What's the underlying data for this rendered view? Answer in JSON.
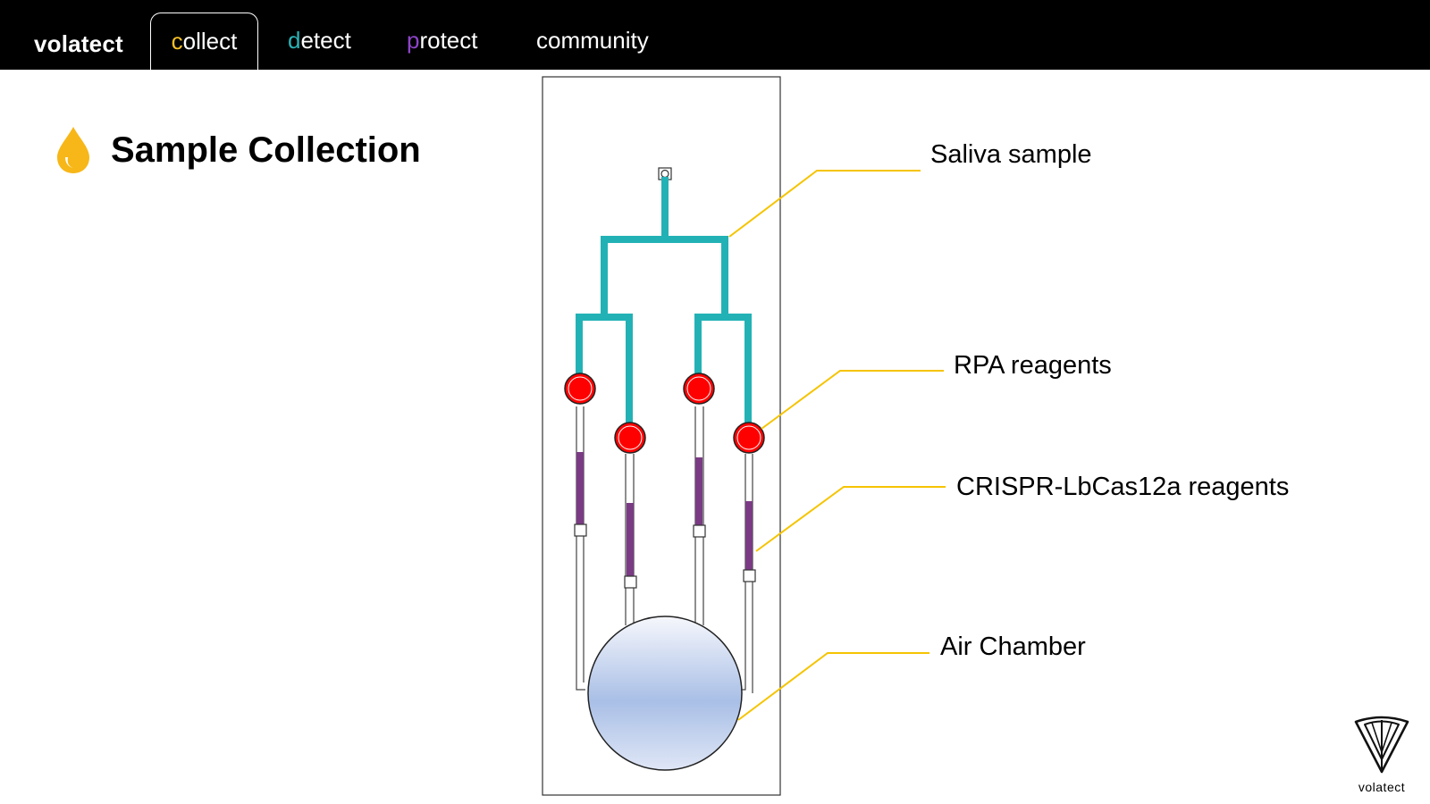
{
  "nav": {
    "brand": "volatect",
    "tabs": [
      {
        "first": "c",
        "rest": "ollect",
        "accent": "#f5c026",
        "active": true
      },
      {
        "first": "d",
        "rest": "etect",
        "accent": "#2bb2b6",
        "active": false
      },
      {
        "first": "p",
        "rest": "rotect",
        "accent": "#8e44c9",
        "active": false
      },
      {
        "first": "",
        "rest": "community",
        "accent": "#ffffff",
        "active": false
      }
    ]
  },
  "section": {
    "title": "Sample Collection",
    "icon": "drop-icon",
    "icon_color": "#f7b718"
  },
  "diagram": {
    "labels": {
      "saliva": "Saliva sample",
      "rpa": "RPA reagents",
      "crispr": "CRISPR-LbCas12a reagents",
      "air": "Air Chamber"
    },
    "colors": {
      "channel": "#22b2b6",
      "reagent_rpa": "#ff0000",
      "reagent_crispr": "#7a3b84",
      "callout": "#f5c400",
      "chamber_top": "#f6f7fc",
      "chamber_mid": "#a9bfe6"
    }
  },
  "logo": {
    "text": "volatect"
  }
}
